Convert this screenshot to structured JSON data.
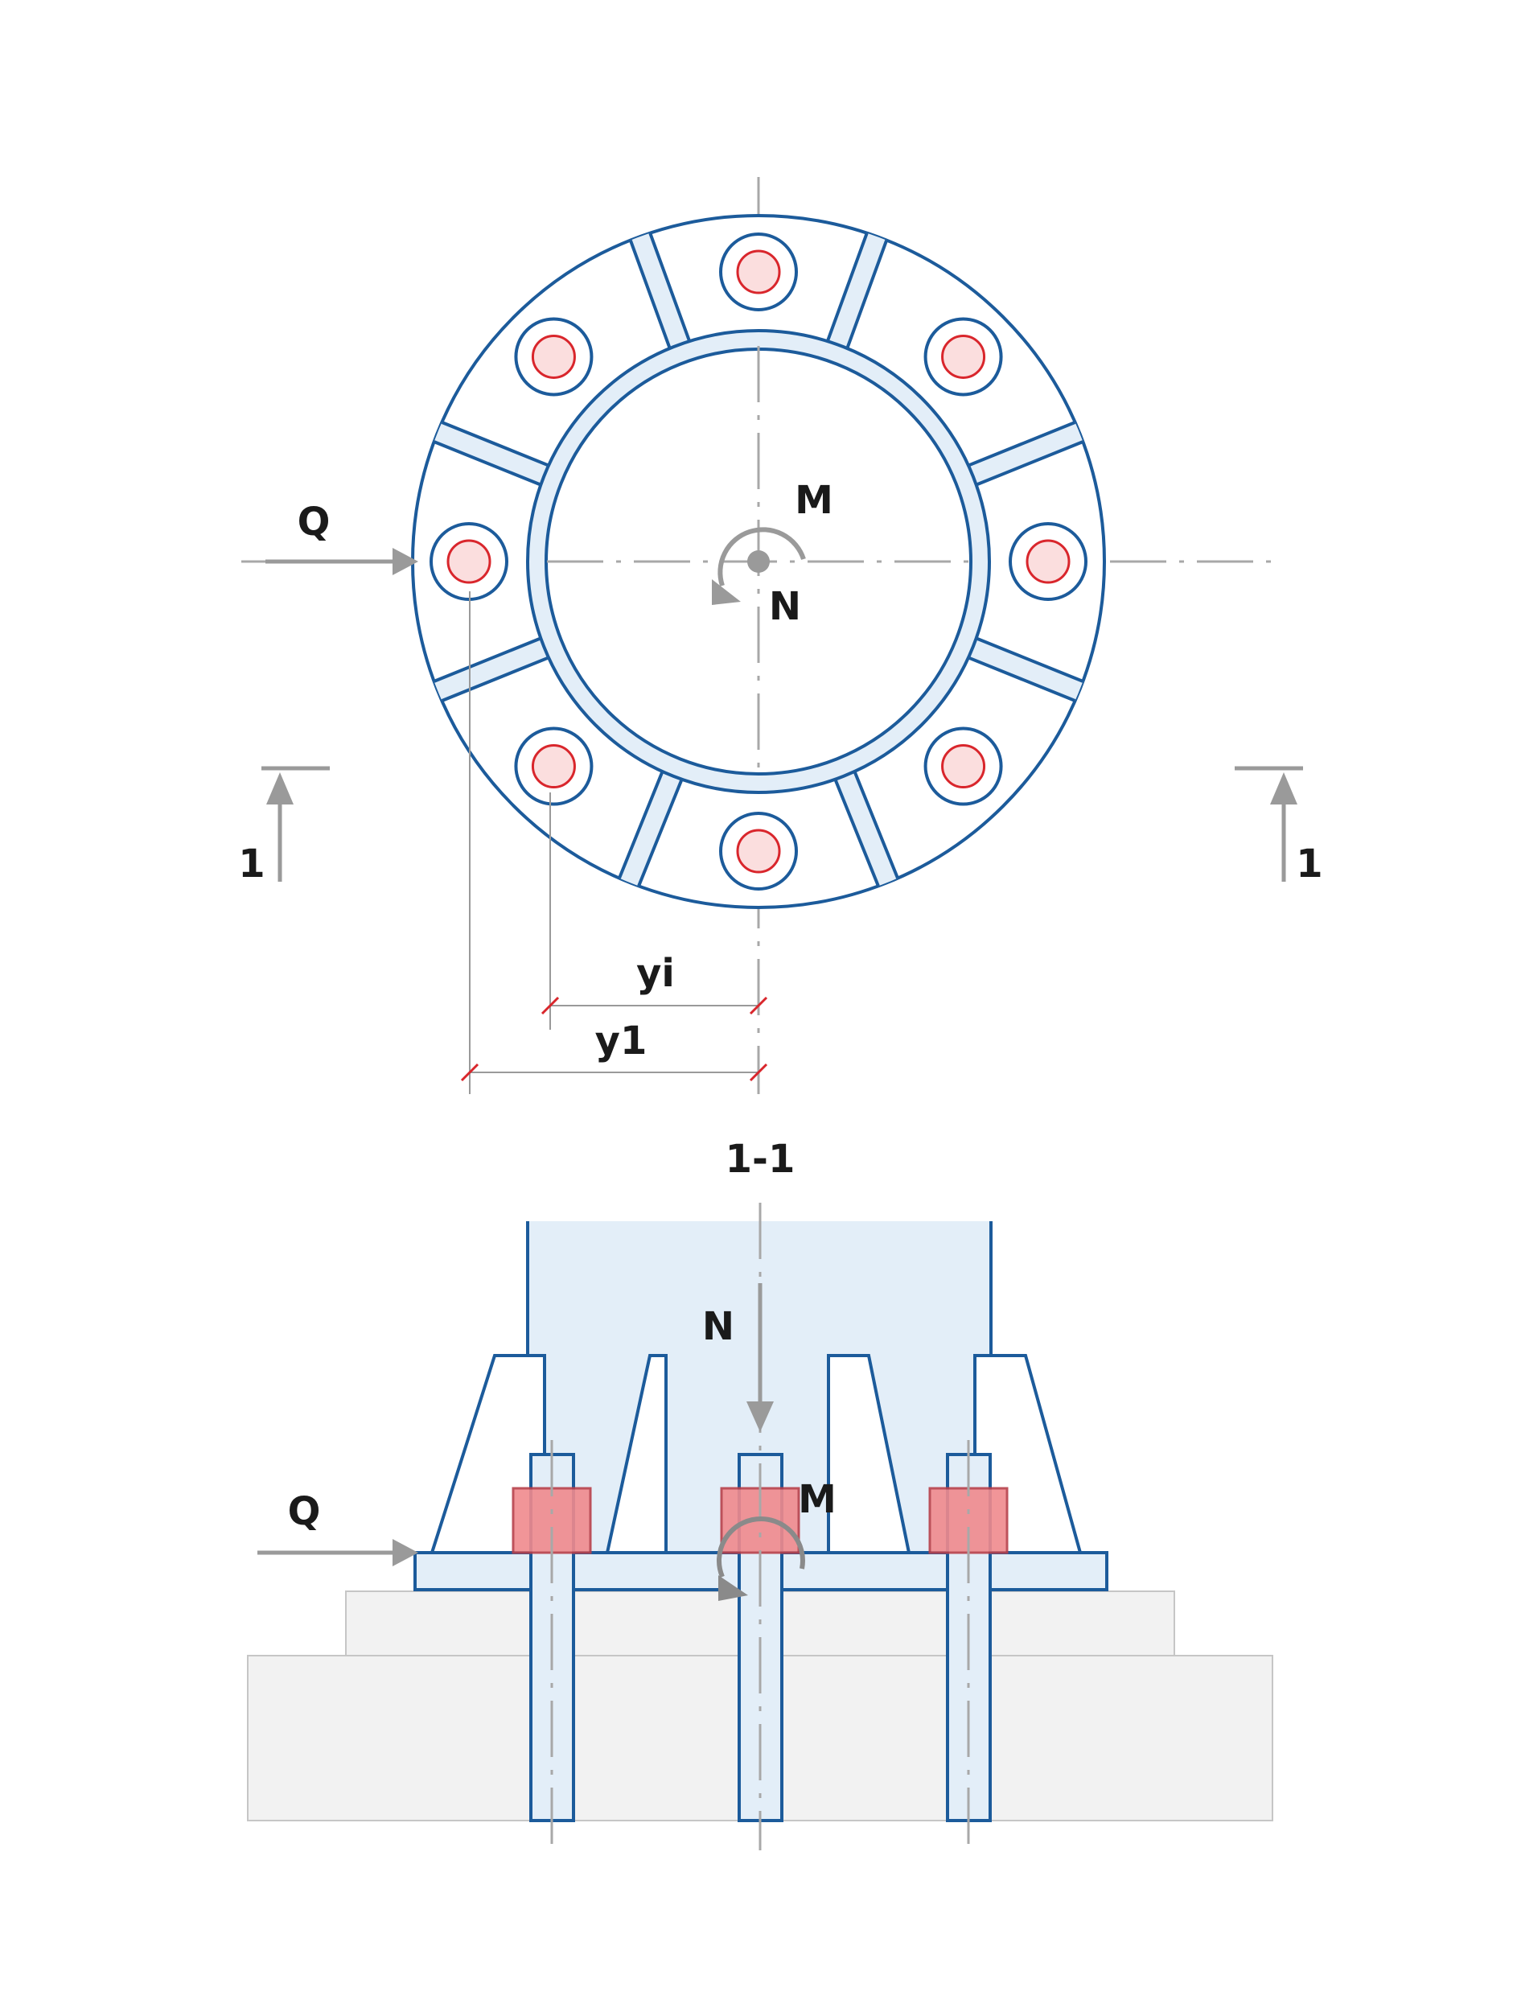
{
  "plan_view": {
    "labels": {
      "shear_force": "Q",
      "moment": "M",
      "axial_force": "N",
      "section_left": "1",
      "section_right": "1",
      "dim_inner": "yi",
      "dim_outer": "y1"
    }
  },
  "section_view": {
    "labels": {
      "title": "1-1",
      "axial_force": "N",
      "shear_force": "Q",
      "moment": "M"
    }
  },
  "colors": {
    "steel_outline": "#1c5b9b",
    "steel_fill": "#e3eef8",
    "bolt_outline": "#d9262c",
    "bolt_fill": "#fbdede",
    "nut_fill": "#f08a8d",
    "concrete_fill": "#f2f2f2",
    "force_arrow": "#9a9a9a"
  }
}
